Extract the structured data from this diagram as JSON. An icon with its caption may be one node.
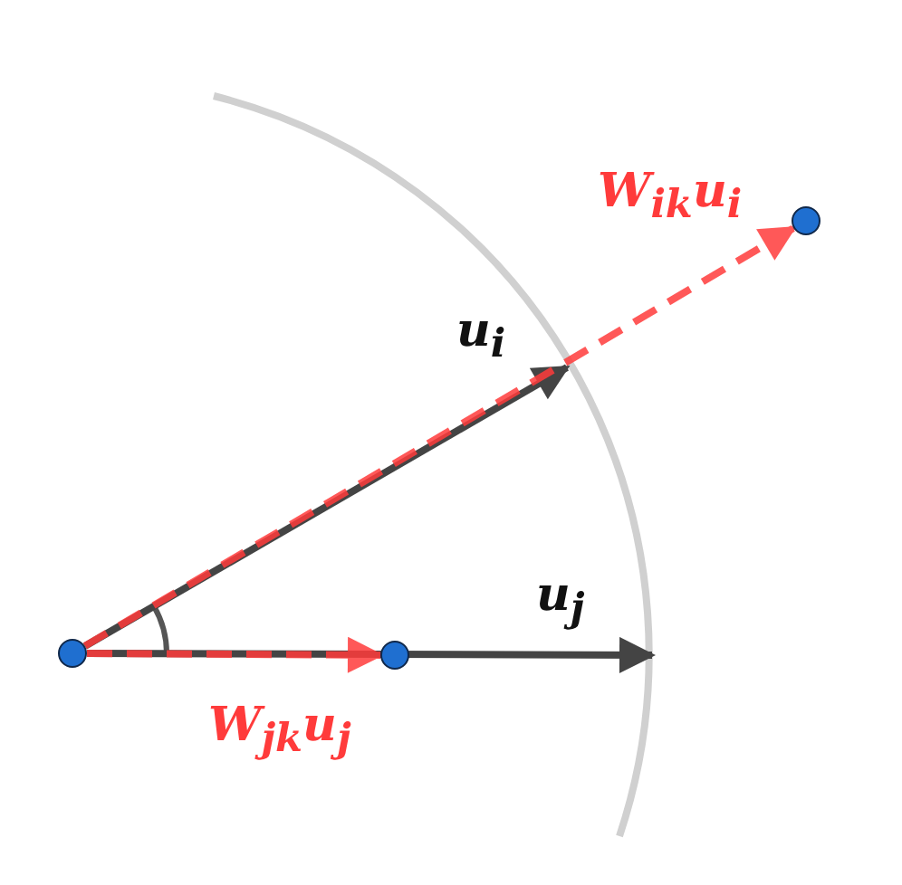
{
  "diagram": {
    "nodes": [
      {
        "text": [],
        "shape": "circle"
      },
      {
        "text": [],
        "shape": "circle"
      },
      {
        "text": [],
        "shape": "circle"
      }
    ],
    "edges": [
      {
        "from": 0,
        "to": null,
        "arrow": "to",
        "label": "u$_{i}$"
      },
      {
        "from": 0,
        "to": null,
        "arrow": "to",
        "label": "u$_{j}$"
      },
      {
        "from": 0,
        "to": 1,
        "arrow": "to",
        "style": "dashed",
        "color": "#ff3b3b",
        "label": "W$_{jk}$u$_{j}$"
      },
      {
        "from": 0,
        "to": 2,
        "arrow": "to",
        "style": "dashed",
        "color": "#ff3b3b",
        "label": "W$_{ik}$u$_{i}$"
      }
    ]
  }
}
